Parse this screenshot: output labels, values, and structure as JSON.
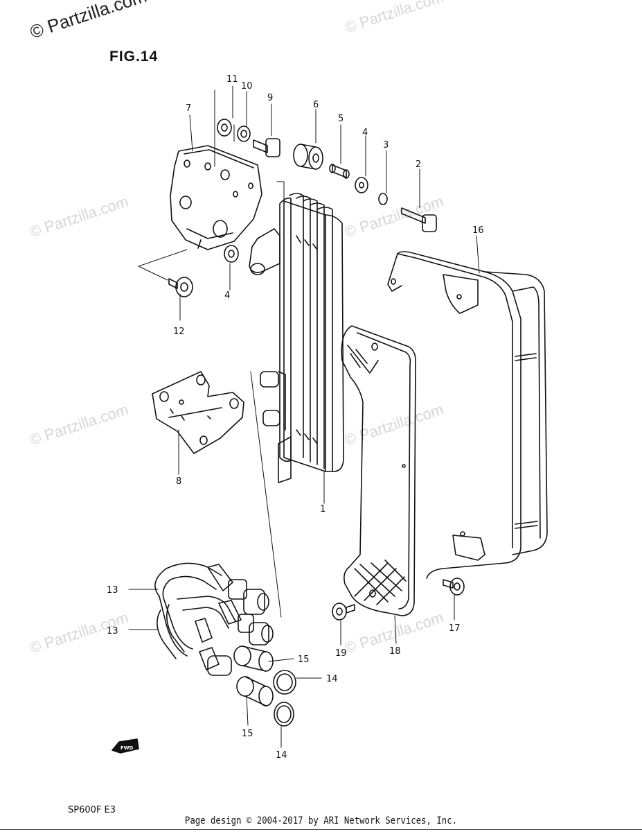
{
  "watermark": "© Partzilla.com",
  "figure_title": "FIG.14",
  "model_code": "SP600F  E3",
  "footer": "Page design © 2004-2017 by ARI Network Services, Inc.",
  "fwd_label": "FWD",
  "callouts": {
    "c1": "1",
    "c2": "2",
    "c3": "3",
    "c4a": "4",
    "c4b": "4",
    "c5": "5",
    "c6": "6",
    "c7": "7",
    "c8": "8",
    "c9": "9",
    "c10": "10",
    "c11": "11",
    "c12": "12",
    "c13a": "13",
    "c13b": "13",
    "c14a": "14",
    "c14b": "14",
    "c15a": "15",
    "c15b": "15",
    "c16": "16",
    "c17": "17",
    "c18": "18",
    "c19": "19"
  }
}
